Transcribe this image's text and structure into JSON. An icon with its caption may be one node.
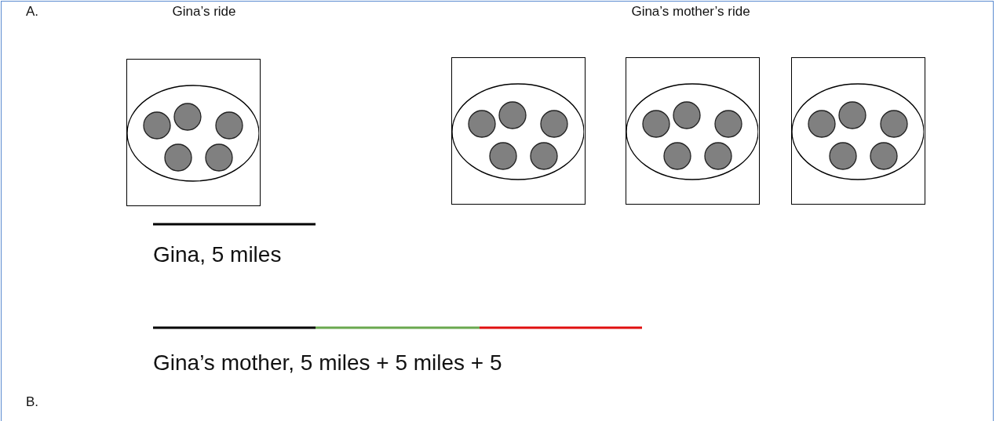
{
  "diagram": {
    "nodes": [
      {
        "text": [],
        "shape": "box"
      },
      {
        "text": [],
        "shape": "box"
      },
      {
        "text": [],
        "shape": "box"
      },
      {
        "text": [],
        "shape": "box"
      }
    ],
    "edges": [],
    "labels": [
      "A.",
      "Gina’s ride",
      "Gina’s mother’s ride",
      "Gina, 5 miles",
      "Gina’s mother, 5 miles + 5 miles + 5",
      "B."
    ]
  }
}
